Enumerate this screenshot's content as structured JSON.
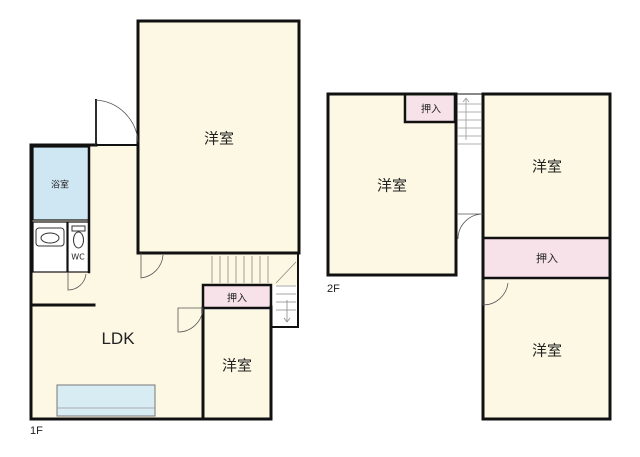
{
  "floors": {
    "first": {
      "label": "1F",
      "rooms": {
        "western_large": "洋室",
        "bath": "浴室",
        "wc": "WC",
        "ldk": "LDK",
        "closet": "押入",
        "western_small": "洋室"
      }
    },
    "second": {
      "label": "2F",
      "rooms": {
        "western_left": "洋室",
        "closet_top": "押入",
        "western_top_right": "洋室",
        "closet_right": "押入",
        "western_bottom_right": "洋室"
      }
    }
  },
  "colors": {
    "western": "#fdf8e4",
    "bath": "#cfe6f3",
    "closet": "#f8e2ea",
    "wall": "#111111",
    "kitchen": "#d8ecf4"
  }
}
